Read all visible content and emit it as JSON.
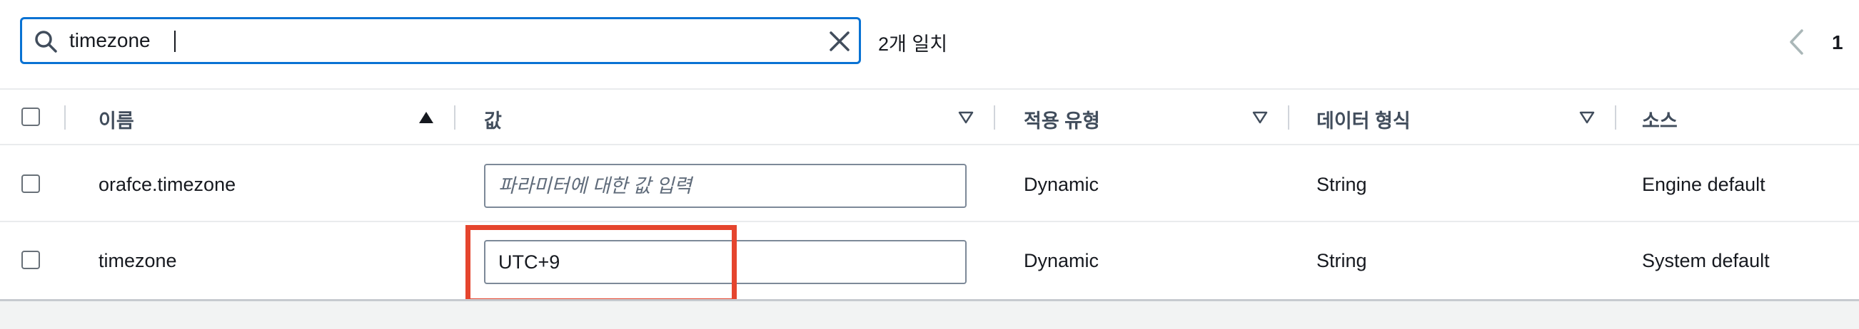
{
  "search": {
    "value": "timezone",
    "match_count": "2개 일치"
  },
  "pagination": {
    "current_page": "1"
  },
  "table": {
    "headers": {
      "name": "이름",
      "value": "값",
      "apply_type": "적용 유형",
      "data_type": "데이터 형식",
      "source": "소스"
    },
    "rows": [
      {
        "name": "orafce.timezone",
        "value": "",
        "value_placeholder": "파라미터에 대한 값 입력",
        "apply_type": "Dynamic",
        "data_type": "String",
        "source": "Engine default"
      },
      {
        "name": "timezone",
        "value": "UTC+9",
        "value_placeholder": "",
        "apply_type": "Dynamic",
        "data_type": "String",
        "source": "System default"
      }
    ]
  },
  "colors": {
    "focus_border": "#0972d3",
    "highlight": "#e5452e",
    "primary_button": "#ec7211"
  },
  "icons": {
    "search": "search-icon",
    "clear": "close-icon",
    "prev": "chevron-left-icon",
    "sort_asc": "caret-up-filled-icon",
    "sort": "caret-down-outline-icon"
  }
}
